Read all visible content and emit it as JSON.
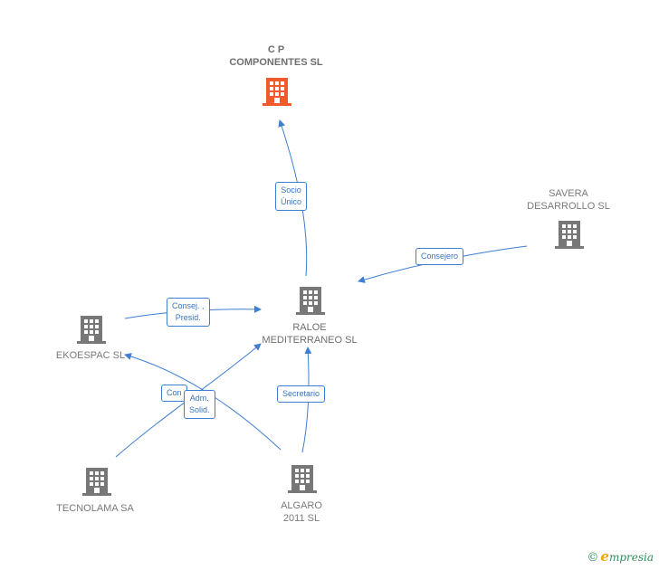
{
  "colors": {
    "edge": "#3e7fd1",
    "building_default": "#777777",
    "building_highlight": "#f15a2c"
  },
  "nodes": {
    "cp": {
      "line1": "C P",
      "line2": "COMPONENTES SL",
      "icon": "building-icon",
      "highlight": true
    },
    "savera": {
      "line1": "SAVERA",
      "line2": "DESARROLLO SL",
      "icon": "building-icon"
    },
    "raloe": {
      "line1": "RALOE",
      "line2": "MEDITERRANEO SL",
      "icon": "building-icon"
    },
    "ekoespac": {
      "line1": "EKOESPAC SL",
      "icon": "building-icon"
    },
    "tecnolama": {
      "line1": "TECNOLAMA SA",
      "icon": "building-icon"
    },
    "algaro": {
      "line1": "ALGARO",
      "line2": "2011 SL",
      "icon": "building-icon"
    }
  },
  "edges": {
    "socio": {
      "line1": "Socio",
      "line2": "Único"
    },
    "consejero": {
      "line1": "Consejero"
    },
    "consej": {
      "line1": "Consej. ,",
      "line2": "Presid."
    },
    "con": {
      "line1": "Con"
    },
    "adm": {
      "line1": "Adm.",
      "line2": "Solid."
    },
    "secretario": {
      "line1": "Secretario"
    }
  },
  "brand": {
    "copyright": "©",
    "name_first": "e",
    "name_rest": "mpresia"
  }
}
